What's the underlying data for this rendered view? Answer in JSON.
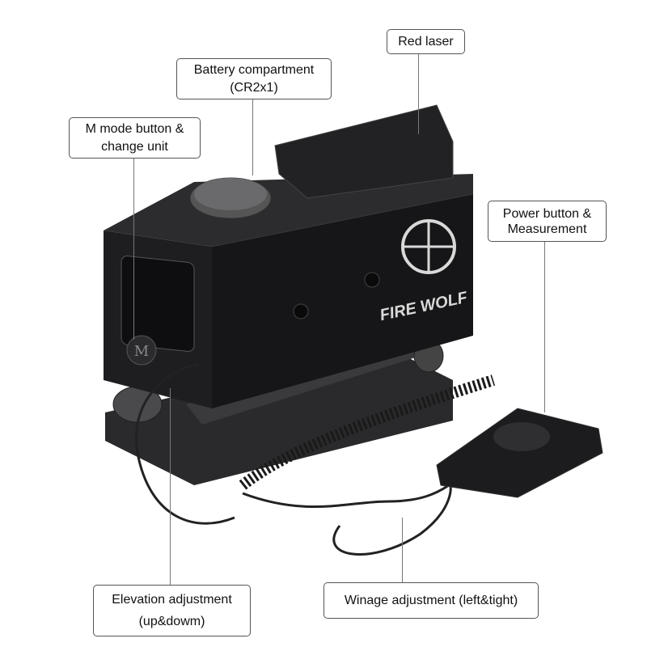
{
  "product": {
    "brand_logo": "FIRE WOLF",
    "mode_button_glyph": "M"
  },
  "callouts": {
    "red_laser": {
      "line1": "Red laser"
    },
    "battery": {
      "line1": "Battery compartment",
      "line2": "(CR2x1)"
    },
    "m_mode": {
      "line1": "M mode button &",
      "line2": "change unit"
    },
    "power": {
      "line1": "Power button &",
      "line2": "Measurement"
    },
    "elevation": {
      "line1": "Elevation adjustment",
      "line2": "(up&dowm)"
    },
    "windage": {
      "line1": "Winage adjustment (left&tight)"
    }
  },
  "colors": {
    "body": "#1c1c1e",
    "accent_logo": "#d9d9d9",
    "leader": "#777777"
  }
}
